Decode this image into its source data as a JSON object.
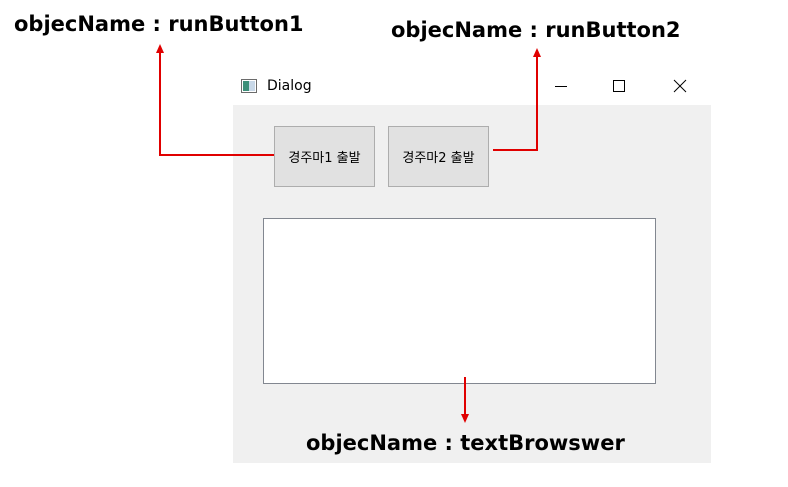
{
  "annotations": {
    "run_button_1": "objecName : runButton1",
    "run_button_2": "objecName : runButton2",
    "text_browser": "objecName : textBrowswer"
  },
  "window": {
    "title": "Dialog",
    "app_icon": "qt-window-icon",
    "controls": [
      "minimize-icon",
      "maximize-icon",
      "close-icon"
    ]
  },
  "buttons": {
    "run_button_1": "경주마1 출발",
    "run_button_2": "경주마2 출발"
  },
  "text_browser": {
    "content": ""
  },
  "colors": {
    "annotation_arrow": "#e00000",
    "dialog_background": "#f0f0f0",
    "button_face": "#e1e1e1",
    "button_border": "#adadad"
  }
}
